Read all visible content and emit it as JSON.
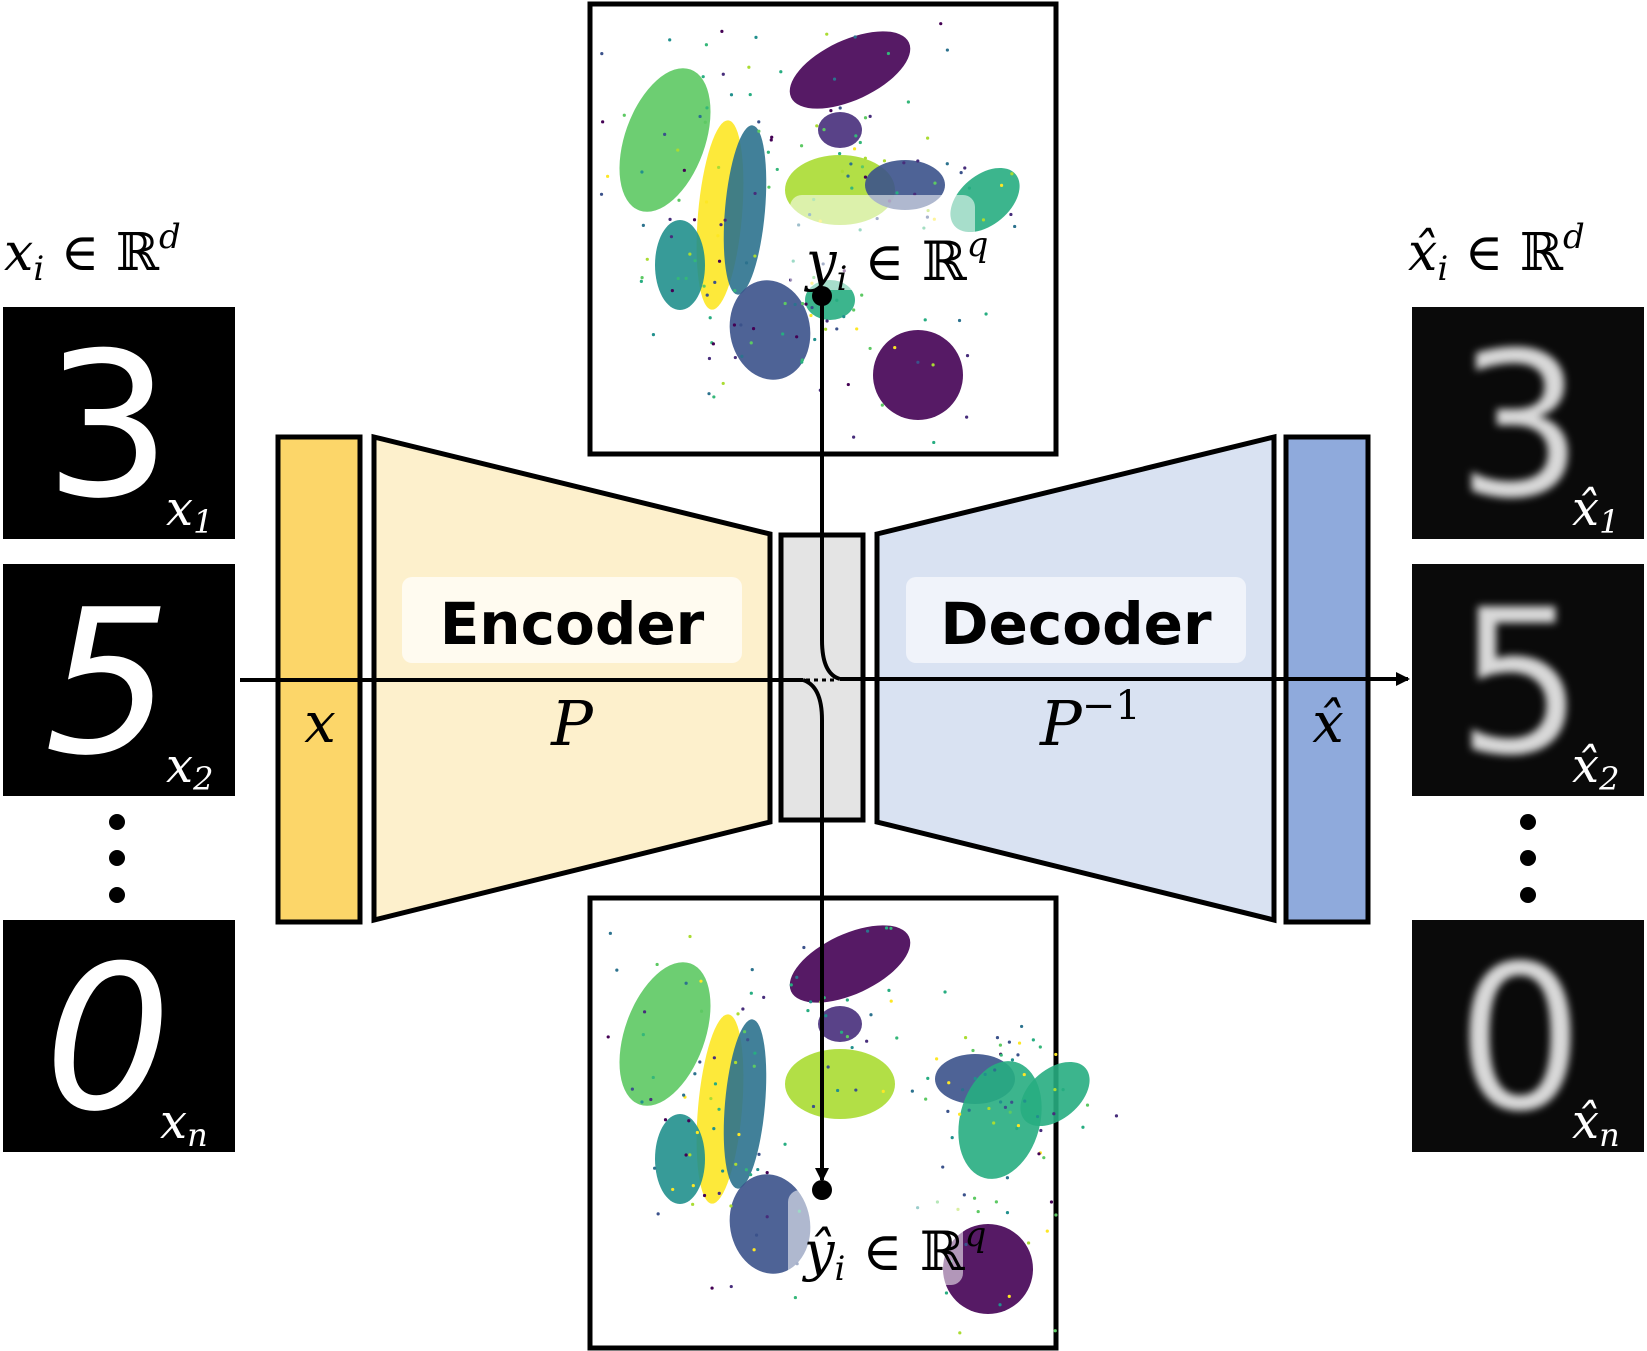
{
  "left": {
    "header": "x",
    "header_sub": "i",
    "header_rest": " ∈ ℝ",
    "header_sup": "d",
    "samples": [
      {
        "digit": "3",
        "label": "x",
        "sub": "1"
      },
      {
        "digit": "5",
        "label": "x",
        "sub": "2"
      },
      {
        "digit": "0",
        "label": "x",
        "sub": "n"
      }
    ]
  },
  "right": {
    "header": "x̂",
    "header_sub": "i",
    "header_rest": " ∈ ℝ",
    "header_sup": "d",
    "samples": [
      {
        "digit": "3",
        "label": "x̂",
        "sub": "1"
      },
      {
        "digit": "5",
        "label": "x̂",
        "sub": "2"
      },
      {
        "digit": "0",
        "label": "x̂",
        "sub": "n"
      }
    ]
  },
  "network": {
    "input_label": "x",
    "encoder_label": "Encoder",
    "encoder_symbol": "P",
    "decoder_label": "Decoder",
    "decoder_symbol": "P",
    "decoder_symbol_sup": "−1",
    "output_label": "x̂"
  },
  "embeddings": {
    "top": {
      "label": "y",
      "sub": "i",
      "rest": " ∈ ℝ",
      "sup": "q"
    },
    "bottom": {
      "label": "ŷ",
      "sub": "i",
      "rest": " ∈ ℝ",
      "sup": "q"
    }
  },
  "colors": {
    "input_bar": "#fcd669",
    "encoder": "#fdf0cc",
    "bottleneck": "#e4e4e4",
    "decoder": "#d9e2f2",
    "output_bar": "#8faadc",
    "cluster_palette": [
      "#440154",
      "#3b528b",
      "#21908d",
      "#5dc963",
      "#fde725",
      "#2c728e",
      "#27ad81",
      "#aadc32",
      "#472d7b",
      "#35b779"
    ]
  }
}
